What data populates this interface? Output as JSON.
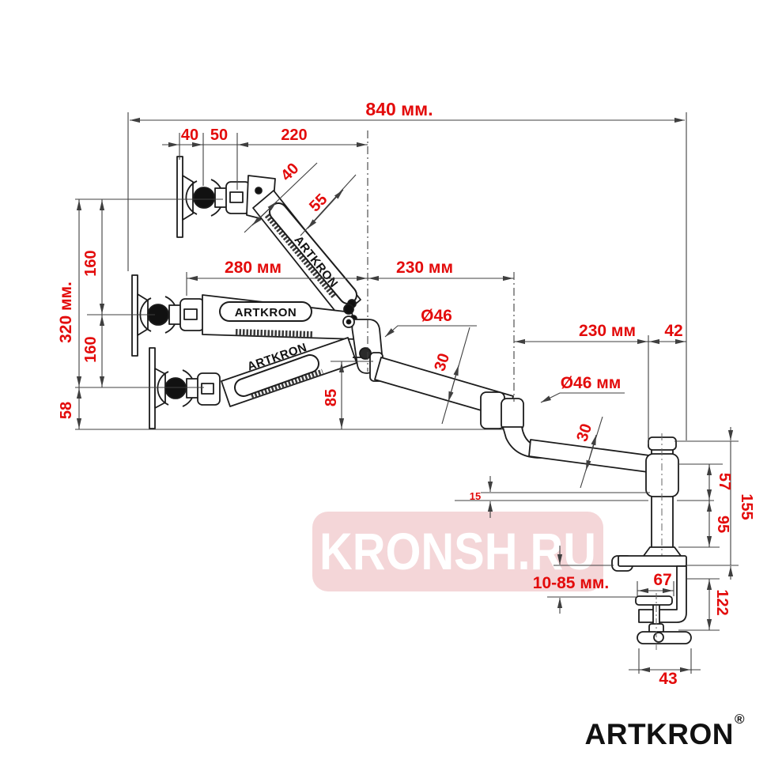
{
  "watermark": {
    "text": "KRONSH.RU"
  },
  "brand": {
    "logo": "ARTKRON",
    "registered": "®",
    "arm_label": "ARTKRON"
  },
  "colors": {
    "dimension_text": "#e30b0b",
    "drawing_line": "#1c1c1c",
    "dim_line": "#3f3f3f",
    "watermark_bg": "#f4d6d8",
    "watermark_text": "#ffffff"
  },
  "dimensions": {
    "total_width": "840 мм.",
    "vesa_offset": "40",
    "joint_offset": "50",
    "upper_arm_reach": "220",
    "arm_width": "40",
    "arm_body_width": "55",
    "vertical_range": "320 мм.",
    "lift_upper": "160",
    "lift_lower": "160",
    "below_offset": "58",
    "front_reach": "280 мм",
    "mid_reach": "230 мм",
    "elbow_diameter": "Ø46",
    "lower_reach": "230 мм",
    "pole_top_width": "42",
    "wrist_diameter": "Ø46 мм",
    "lower_arm_tube": "30",
    "forearm_tube": "30",
    "elbow_drop": "85",
    "step": "15",
    "collar_height": "57",
    "pole_height": "155",
    "pole_lower": "95",
    "desk_thickness_range": "10-85 мм.",
    "clamp_arm_length": "67",
    "clamp_height": "122",
    "clamp_foot_width": "43"
  }
}
